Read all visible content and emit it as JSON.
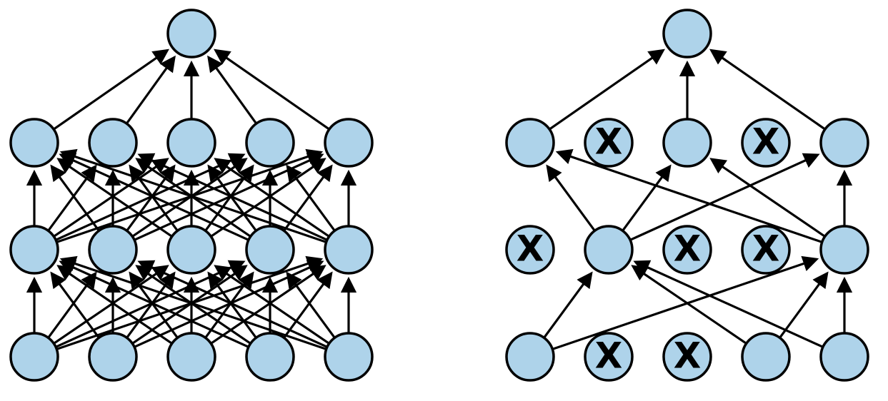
{
  "colors": {
    "node_fill": "#aed3ea",
    "node_stroke": "#000000",
    "edge": "#000000",
    "background": "#ffffff"
  },
  "drop_mark": "X",
  "networks": [
    {
      "id": "standard-network",
      "layers": [
        {
          "count": 5,
          "dropped": []
        },
        {
          "count": 5,
          "dropped": []
        },
        {
          "count": 5,
          "dropped": []
        },
        {
          "count": 1,
          "dropped": []
        }
      ],
      "connectivity": "full"
    },
    {
      "id": "dropout-network",
      "layers": [
        {
          "count": 5,
          "dropped": [
            1,
            2
          ]
        },
        {
          "count": 5,
          "dropped": [
            0,
            2,
            3
          ]
        },
        {
          "count": 5,
          "dropped": [
            1,
            3
          ]
        },
        {
          "count": 1,
          "dropped": []
        }
      ],
      "connectivity": "active-only"
    }
  ]
}
